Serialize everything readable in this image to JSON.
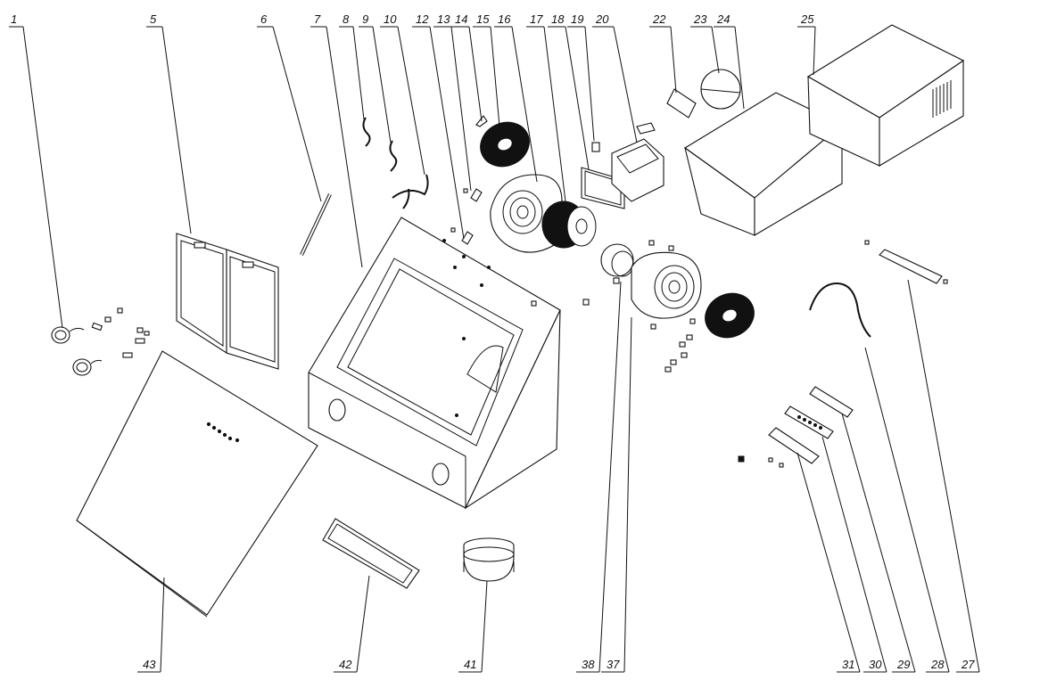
{
  "diagram": {
    "labels_top": [
      "1",
      "5",
      "6",
      "7",
      "8",
      "9",
      "10",
      "12",
      "13",
      "14",
      "15",
      "16",
      "17",
      "18",
      "19",
      "20",
      "22",
      "23",
      "24",
      "25"
    ],
    "labels_bottom": [
      "43",
      "42",
      "41",
      "38",
      "37",
      "31",
      "30",
      "29",
      "28",
      "27"
    ]
  }
}
